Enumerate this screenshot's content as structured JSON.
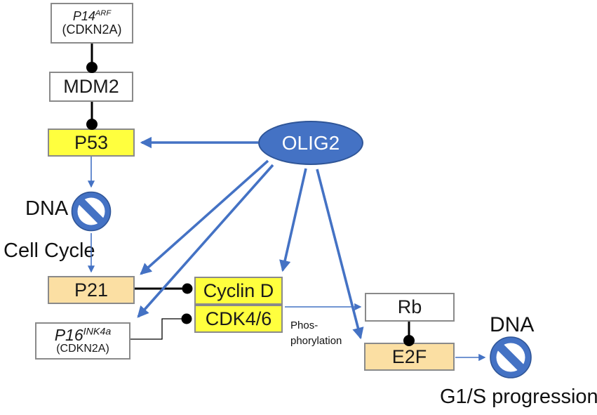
{
  "figure": {
    "type": "signaling-pathway-diagram",
    "subject": "OLIG2 regulation of p53 and Rb cell-cycle pathways"
  },
  "nodes": {
    "p14": {
      "base": "P14",
      "sup": "ARF",
      "alias": "(CDKN2A)"
    },
    "mdm2": {
      "label": "MDM2"
    },
    "p53": {
      "label": "P53"
    },
    "olig2": {
      "label": "OLIG2"
    },
    "p21": {
      "label": "P21"
    },
    "p16": {
      "base": "P16",
      "sup": "INK4a",
      "alias": "(CDKN2A)"
    },
    "cyclin_d": {
      "label": "Cyclin D"
    },
    "cdk46": {
      "label": "CDK4/6"
    },
    "rb": {
      "label": "Rb"
    },
    "e2f": {
      "label": "E2F"
    }
  },
  "labels": {
    "dna_left": "DNA",
    "cell_cycle": "Cell Cycle",
    "dna_right": "DNA",
    "g1s_progression": "G1/S progression",
    "phospho_line1": "Phos-",
    "phospho_line2": "phorylation"
  },
  "icons": {
    "left_blocked": "prohibition-icon",
    "right_blocked": "prohibition-icon"
  },
  "edges": [
    {
      "from": "P14ARF (CDKN2A)",
      "to": "MDM2",
      "type": "inhibition-dot"
    },
    {
      "from": "MDM2",
      "to": "P53",
      "type": "inhibition-dot"
    },
    {
      "from": "OLIG2",
      "to": "P53",
      "type": "thick-arrow"
    },
    {
      "from": "OLIG2",
      "to": "P21",
      "type": "thick-arrow"
    },
    {
      "from": "OLIG2",
      "to": "P16INK4a",
      "type": "thick-arrow"
    },
    {
      "from": "OLIG2",
      "to": "Cyclin D",
      "type": "thick-arrow"
    },
    {
      "from": "OLIG2",
      "to": "E2F",
      "type": "thick-arrow"
    },
    {
      "from": "P53",
      "to": "DNA blocked",
      "type": "thin-arrow"
    },
    {
      "from": "DNA blocked",
      "to": "P21",
      "type": "thin-arrow",
      "label": "Cell Cycle"
    },
    {
      "from": "P21",
      "to": "Cyclin D",
      "type": "inhibition-dot"
    },
    {
      "from": "P16INK4a (CDKN2A)",
      "to": "CDK4/6",
      "type": "inhibition-dot"
    },
    {
      "from": "CDK4/6",
      "to": "Rb",
      "type": "thin-arrow",
      "label": "Phos- phorylation"
    },
    {
      "from": "Rb",
      "to": "E2F",
      "type": "inhibition-dot"
    },
    {
      "from": "E2F",
      "to": "DNA blocked",
      "type": "thin-arrow",
      "label": "G1/S progression"
    }
  ],
  "colors": {
    "node_yellow": "#FFFF3E",
    "node_tan": "#FBDFA3",
    "node_white": "#FFFFFF",
    "node_border_gray": "#8A8A8A",
    "accent_blue": "#4472C4",
    "accent_blue_dark": "#2F5597",
    "connector_black": "#000000"
  }
}
